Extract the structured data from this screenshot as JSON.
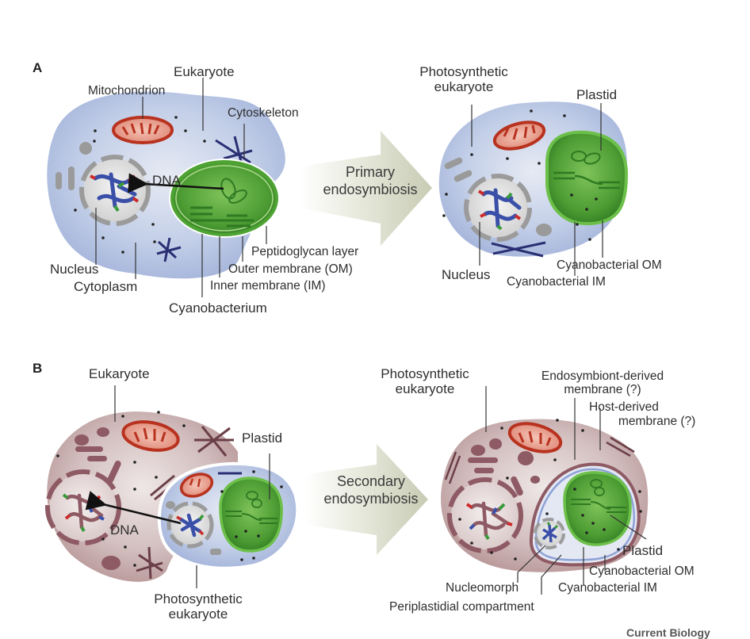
{
  "figure": {
    "credit": "Current Biology",
    "colors": {
      "eukaryote_blue": "#b3c2e2",
      "eukaryote_mauve": "#c4a7a8",
      "plastid_green": "#5aa83a",
      "mitochondrion_red": "#c0392b",
      "arrow_gray": "#d9dcc8",
      "dna_blue": "#3a4fa8"
    }
  },
  "panel_a": {
    "letter": "A",
    "arrow_label_line1": "Primary",
    "arrow_label_line2": "endosymbiosis",
    "left_labels": {
      "eukaryote": "Eukaryote",
      "mitochondrion": "Mitochondrion",
      "cytoskeleton": "Cytoskeleton",
      "dna": "DNA",
      "nucleus": "Nucleus",
      "cytoplasm": "Cytoplasm",
      "peptidoglycan": "Peptidoglycan layer",
      "outer_membrane": "Outer membrane (OM)",
      "inner_membrane": "Inner membrane (IM)",
      "cyanobacterium": "Cyanobacterium"
    },
    "right_labels": {
      "photosynthetic_line1": "Photosynthetic",
      "photosynthetic_line2": "eukaryote",
      "plastid": "Plastid",
      "nucleus": "Nucleus",
      "cyano_om": "Cyanobacterial OM",
      "cyano_im": "Cyanobacterial IM"
    }
  },
  "panel_b": {
    "letter": "B",
    "arrow_label_line1": "Secondary",
    "arrow_label_line2": "endosymbiosis",
    "left_labels": {
      "eukaryote": "Eukaryote",
      "plastid": "Plastid",
      "dna": "DNA",
      "photosynthetic_line1": "Photosynthetic",
      "photosynthetic_line2": "eukaryote"
    },
    "right_labels": {
      "photosynthetic_line1": "Photosynthetic",
      "photosynthetic_line2": "eukaryote",
      "endo_line1": "Endosymbiont-derived",
      "endo_line2": "membrane (?)",
      "host_line1": "Host-derived",
      "host_line2": "membrane (?)",
      "plastid": "Plastid",
      "cyano_om": "Cyanobacterial OM",
      "cyano_im": "Cyanobacterial IM",
      "nucleomorph": "Nucleomorph",
      "periplastidial": "Periplastidial compartment"
    }
  }
}
